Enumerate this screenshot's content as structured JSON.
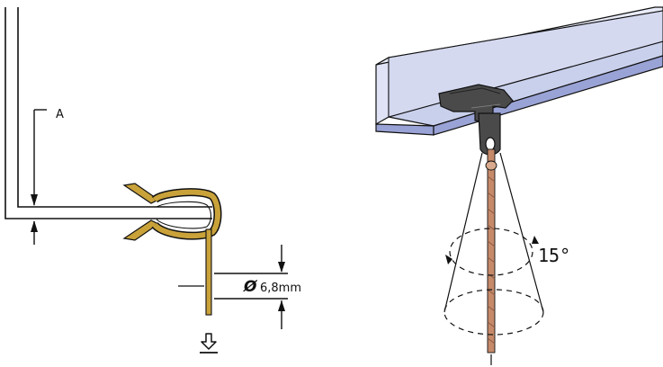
{
  "left_diagram": {
    "dimension_a_label": "A",
    "diameter_symbol": "Ø",
    "diameter_value": "6,8mm",
    "load_direction_icon": "arrow-down-icon"
  },
  "right_diagram": {
    "angle_label": "15°",
    "rotation_icon": "rotation-arrow-icon"
  },
  "colors": {
    "line": "#111111",
    "clip_gold": "#c9a23a",
    "rail_top": "#c9d0ec",
    "rail_side": "#9aa3d6",
    "clip_dark": "#4a4a4a",
    "rod_copper": "#c68a6a"
  }
}
